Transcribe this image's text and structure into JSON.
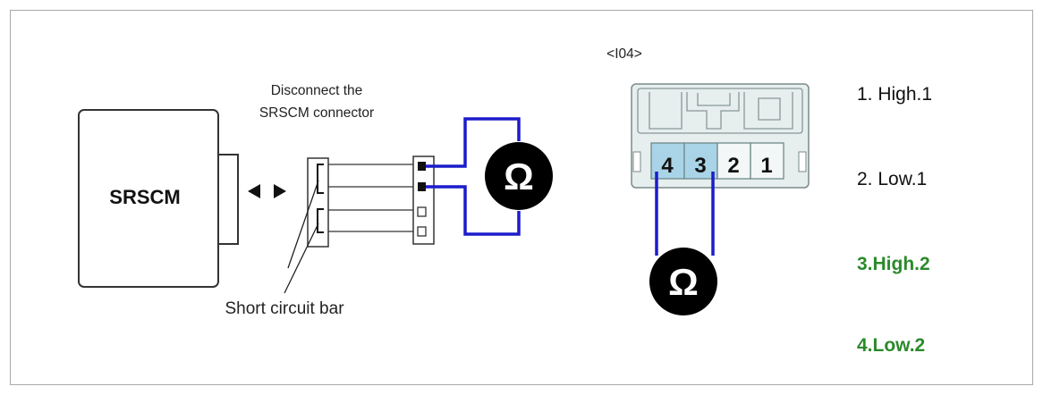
{
  "module": {
    "label": "SRSCM"
  },
  "instruction": {
    "line1": "Disconnect the",
    "line2": "SRSCM connector"
  },
  "connector_id": "<I04>",
  "short_bar_label": "Short circuit bar",
  "ohm_symbol": "Ω",
  "pins": [
    "4",
    "3",
    "2",
    "1"
  ],
  "pin_list": [
    {
      "text": "1. High.1",
      "color": "#111111"
    },
    {
      "text": "2. Low.1",
      "color": "#111111"
    },
    {
      "text": "3.High.2",
      "color": "#2b8a2b"
    },
    {
      "text": "4.Low.2",
      "color": "#2b8a2b"
    }
  ],
  "colors": {
    "probe_wire": "#1c1ccc",
    "highlight_pin": "#a9d3e6",
    "connector_body": "#e6eeee",
    "meter": "#000000"
  }
}
